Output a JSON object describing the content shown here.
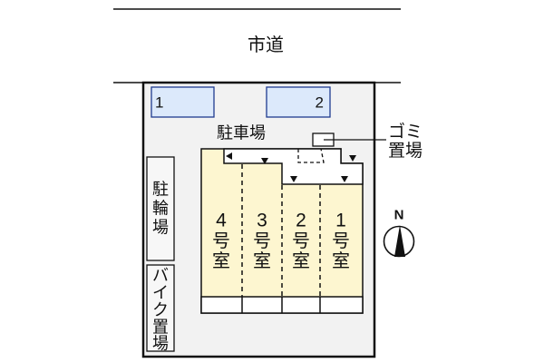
{
  "road": {
    "label": "市道"
  },
  "parking": {
    "label": "駐車場",
    "spaces": [
      {
        "number": "1"
      },
      {
        "number": "2"
      }
    ]
  },
  "garbage": {
    "label_line1": "ゴミ",
    "label_line2": "置場"
  },
  "bicycle_parking": {
    "chars": [
      "駐",
      "輪",
      "場"
    ]
  },
  "bike_parking": {
    "chars": [
      "バ",
      "イ",
      "ク",
      "置",
      "場"
    ]
  },
  "rooms": [
    {
      "number": "4",
      "chars": [
        "号",
        "室"
      ]
    },
    {
      "number": "3",
      "chars": [
        "号",
        "室"
      ]
    },
    {
      "number": "2",
      "chars": [
        "号",
        "室"
      ]
    },
    {
      "number": "1",
      "chars": [
        "号",
        "室"
      ]
    }
  ],
  "compass": {
    "label": "N"
  },
  "colors": {
    "site_fill": "#f2f2f2",
    "parking_fill": "#dce9fb",
    "parking_border": "#1f3b8f",
    "room_fill": "#fdf6d0",
    "line": "#111111"
  }
}
